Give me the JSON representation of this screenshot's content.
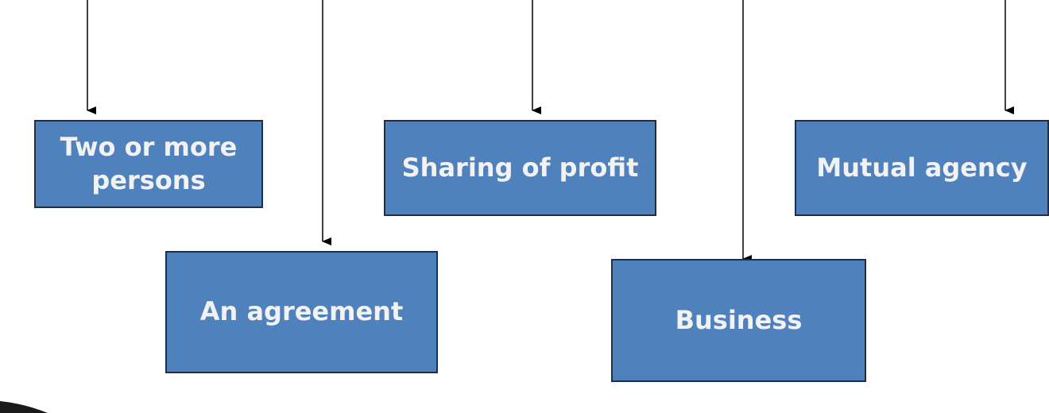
{
  "diagram": {
    "nodes": [
      {
        "id": "two-or-more-persons",
        "label": "Two or more persons"
      },
      {
        "id": "an-agreement",
        "label": "An agreement"
      },
      {
        "id": "sharing-of-profit",
        "label": "Sharing of profit"
      },
      {
        "id": "business",
        "label": "Business"
      },
      {
        "id": "mutual-agency",
        "label": "Mutual agency"
      }
    ],
    "colors": {
      "box_fill": "#4f81bd",
      "box_border": "#1f2e45",
      "text": "#f2f2f2",
      "arrow": "#000000"
    }
  }
}
